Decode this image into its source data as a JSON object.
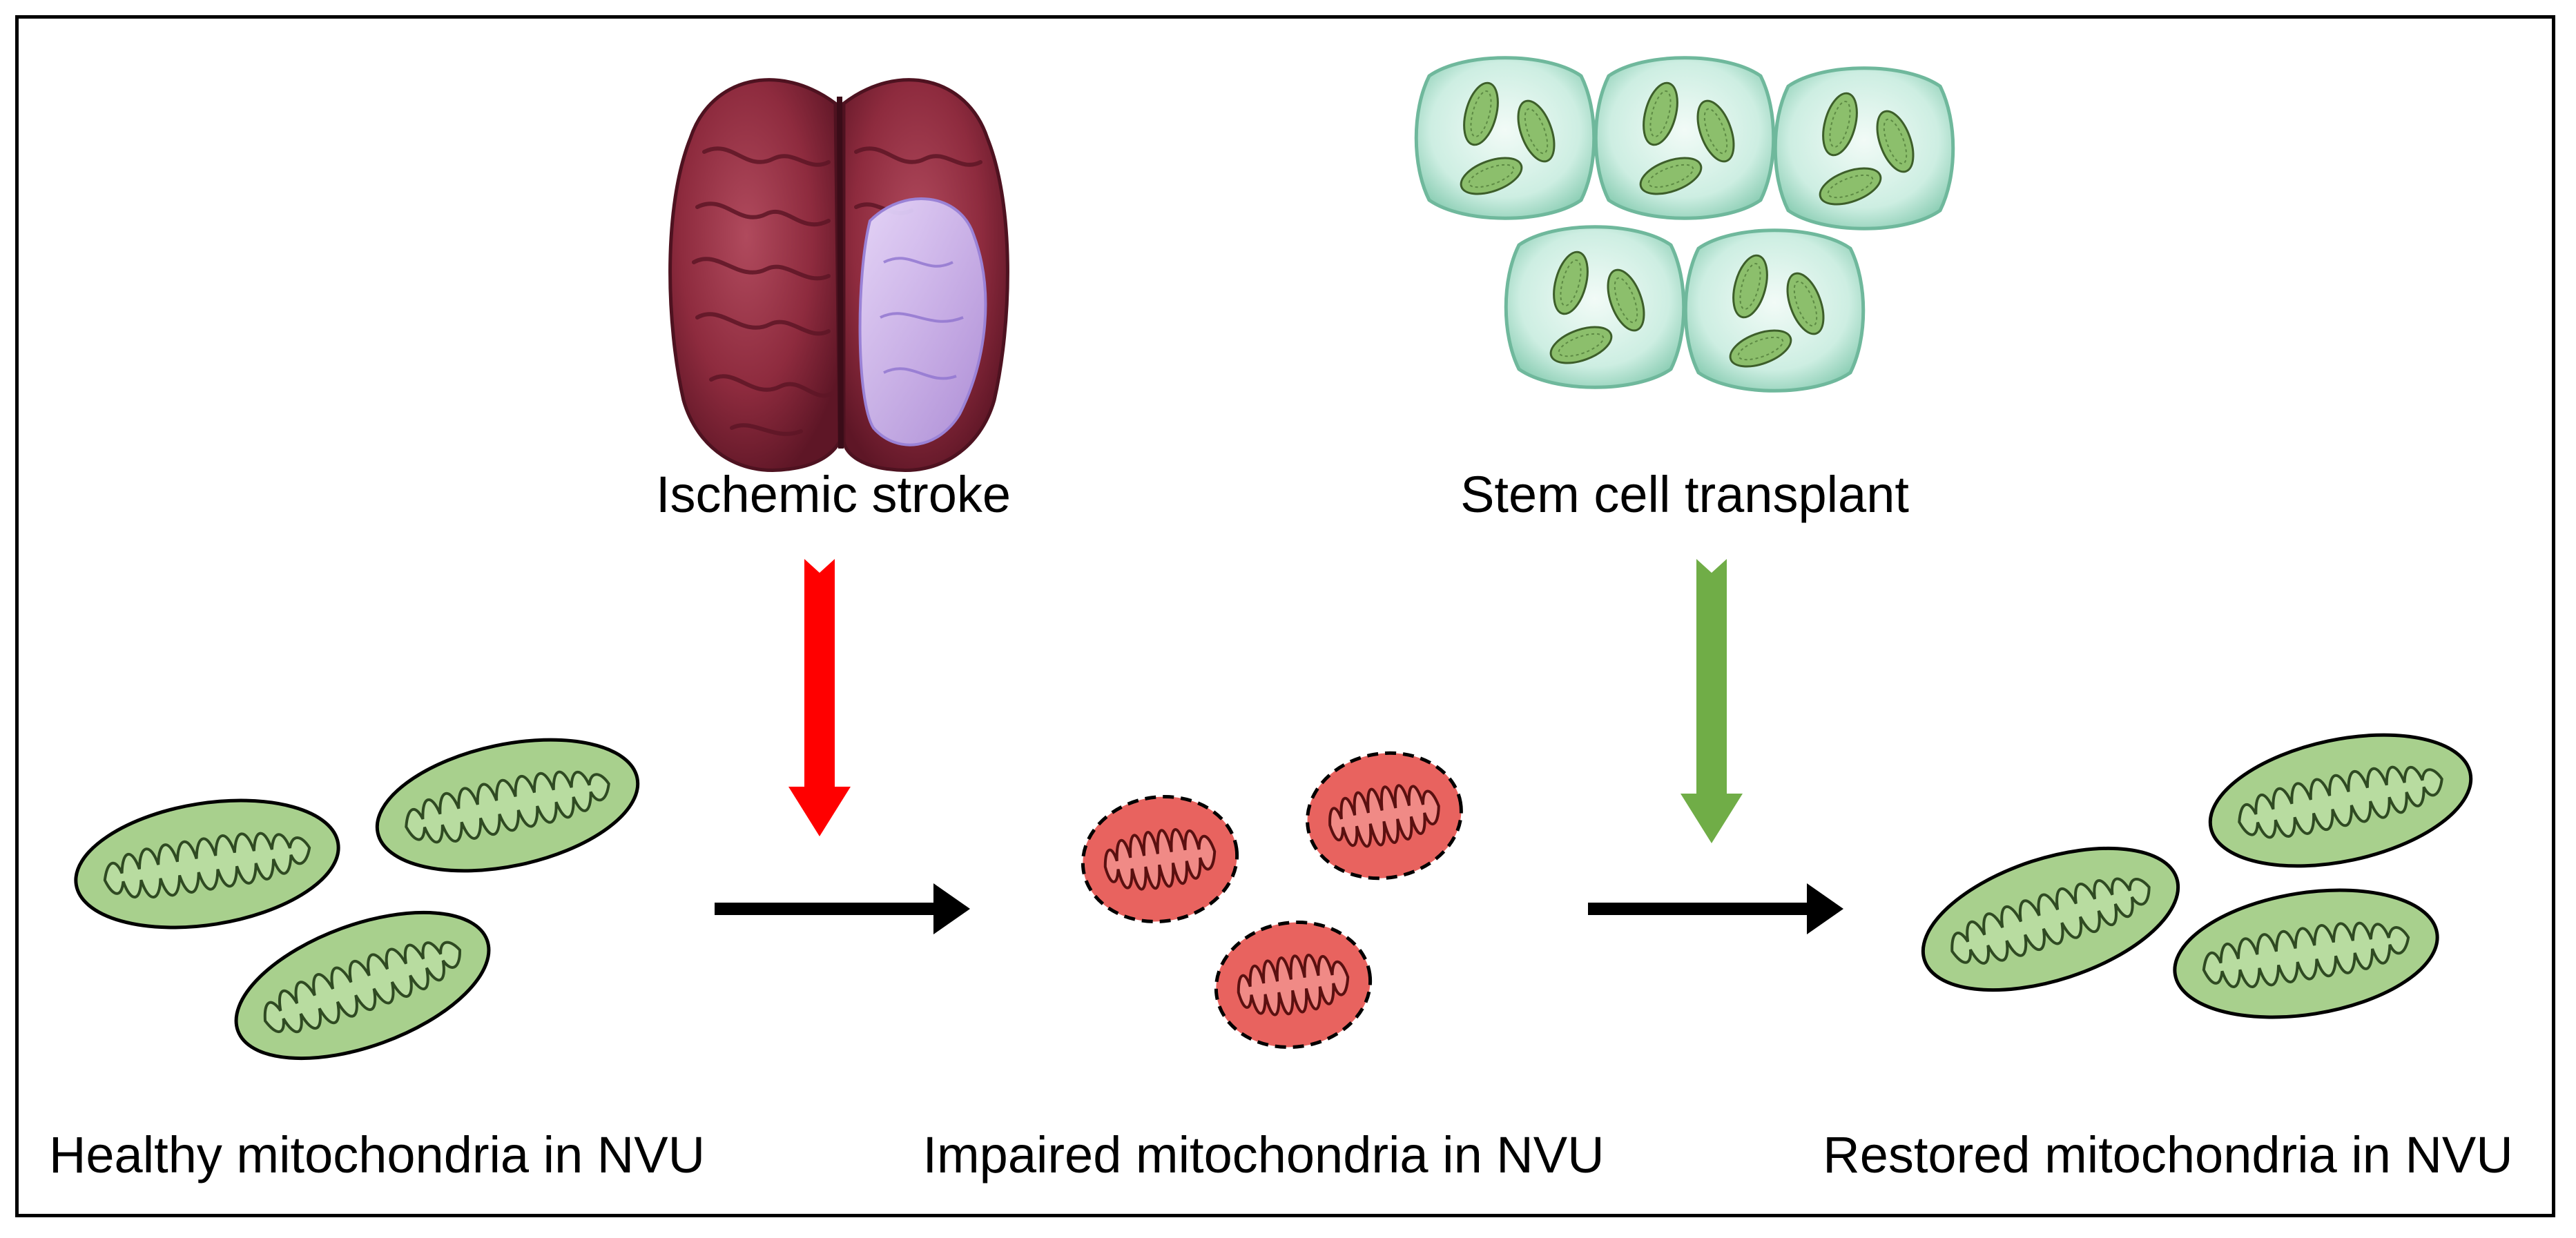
{
  "labels": {
    "ischemic_stroke": "Ischemic stroke",
    "stem_cell_transplant": "Stem cell transplant",
    "healthy": "Healthy mitochondria in NVU",
    "impaired": "Impaired mitochondria in NVU",
    "restored": "Restored mitochondria in NVU"
  },
  "colors": {
    "healthy_fill": "#a8d08d",
    "impaired_fill": "#e8635f",
    "brain": "#8e2b3e",
    "lesion": "#c8b4f0",
    "stem_cell": "#cdeee2",
    "stroke_arrow": "#ff0000",
    "transplant_arrow": "#70ad47",
    "process_arrow": "#000000"
  },
  "icons": [
    "brain-icon",
    "stem-cell-icon",
    "mitochondrion-icon"
  ]
}
